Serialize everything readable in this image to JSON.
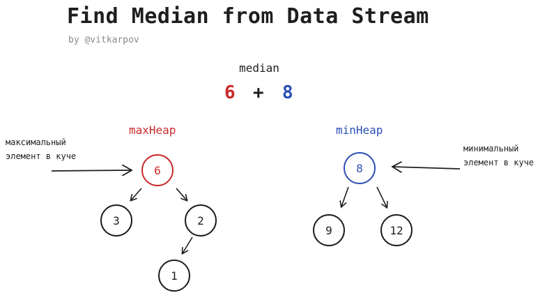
{
  "title": "Find Median from Data Stream",
  "author": "by @vitkarpov",
  "median": {
    "label": "median",
    "left_value": "6",
    "operator": "+",
    "right_value": "8"
  },
  "max_heap": {
    "title": "maxHeap",
    "note_line1": "максимальный",
    "note_line2": "элемент в куче",
    "nodes": [
      "6",
      "3",
      "2",
      "1"
    ]
  },
  "min_heap": {
    "title": "minHeap",
    "note_line1": "минимальный",
    "note_line2": "элемент в куче",
    "nodes": [
      "8",
      "9",
      "12"
    ]
  },
  "colors": {
    "max_heap": "#c92a2a",
    "min_heap": "#2b4fb5",
    "ink": "#1e1e1e",
    "muted": "#8a8a8a"
  }
}
